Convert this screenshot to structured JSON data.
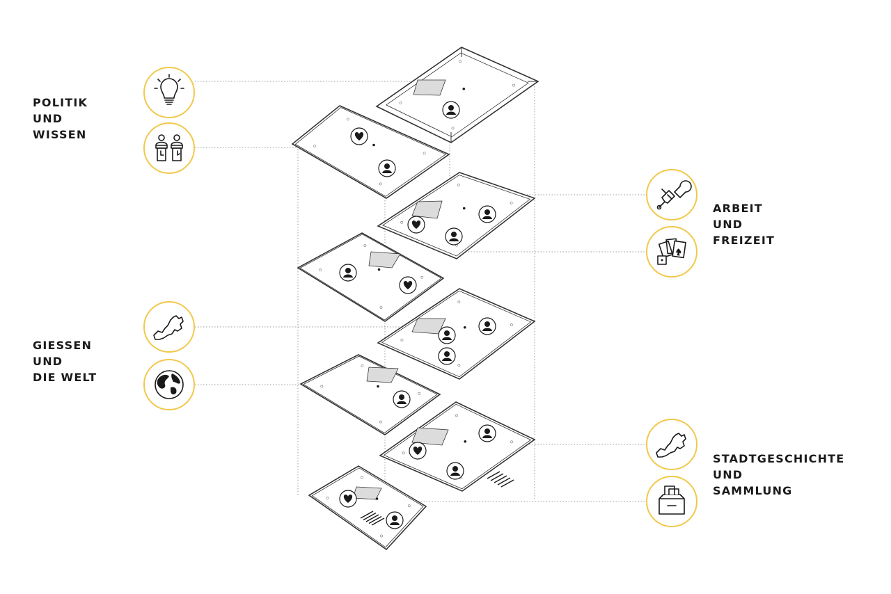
{
  "colors": {
    "accent": "#f2c84b",
    "ink": "#1a1a1a",
    "line": "#333333",
    "guide": "#9a9a9a",
    "fill_grey": "#dcdcdc"
  },
  "categories": [
    {
      "id": "politik",
      "lines": [
        "POLITIK",
        "UND",
        "WISSEN"
      ],
      "icons": [
        {
          "name": "lightbulb-icon",
          "meaning": "idea"
        },
        {
          "name": "speakers-podium-icon",
          "meaning": "debate"
        }
      ]
    },
    {
      "id": "arbeit",
      "lines": [
        "ARBEIT",
        "UND",
        "FREIZEIT"
      ],
      "icons": [
        {
          "name": "plug-wrench-icon",
          "meaning": "work"
        },
        {
          "name": "playing-cards-dice-icon",
          "meaning": "leisure"
        }
      ]
    },
    {
      "id": "giessen",
      "lines": [
        "GIESSEN",
        "UND",
        "DIE WELT"
      ],
      "icons": [
        {
          "name": "city-map-icon",
          "meaning": "city"
        },
        {
          "name": "globe-icon",
          "meaning": "world"
        }
      ]
    },
    {
      "id": "stadt",
      "lines": [
        "STADTGESCHICHTE",
        "UND",
        "SAMMLUNG"
      ],
      "icons": [
        {
          "name": "city-map-icon",
          "meaning": "city history"
        },
        {
          "name": "archive-box-icon",
          "meaning": "collection"
        }
      ]
    }
  ],
  "floor_marker_types": [
    "person-marker-icon",
    "heart-marker-icon"
  ]
}
